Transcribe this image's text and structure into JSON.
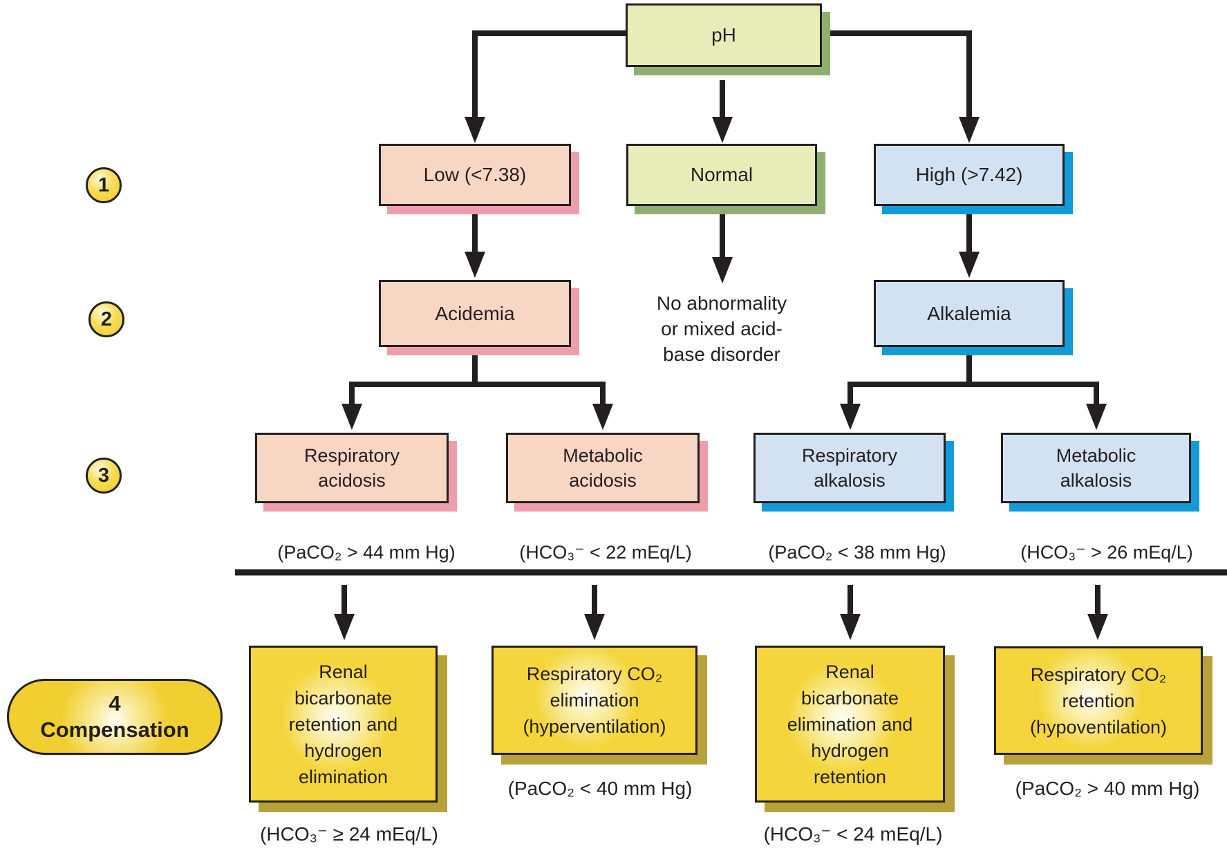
{
  "palette": {
    "ink": "#231f20",
    "green_fill": "#e7ecb8",
    "green_shadow": "#8eb06f",
    "pink_fill": "#f8d6c4",
    "pink_shadow": "#ee9eaa",
    "blue_fill": "#d2e2f2",
    "blue_shadow": "#129bd7",
    "yellow_fill": "#f4d63c",
    "yellow_shadow": "#b7a139",
    "step_circle_fill": "#eecd24"
  },
  "steps": {
    "one": "1",
    "two": "2",
    "three": "3"
  },
  "compensation_pill": {
    "number": "4",
    "label": "Compensation"
  },
  "ph": {
    "label": "pH"
  },
  "row1": {
    "low": "Low (<7.38)",
    "normal": "Normal",
    "high": "High (>7.42)"
  },
  "row2": {
    "acidemia": "Acidemia",
    "normal_outcome": "No abnormality\nor mixed acid-\nbase disorder",
    "alkalemia": "Alkalemia"
  },
  "row3": {
    "respiratory_acidosis": {
      "label": "Respiratory\nacidosis",
      "criterion": "(PaCO₂ > 44 mm Hg)"
    },
    "metabolic_acidosis": {
      "label": "Metabolic\nacidosis",
      "criterion": "(HCO₃⁻ < 22 mEq/L)"
    },
    "respiratory_alkalosis": {
      "label": "Respiratory\nalkalosis",
      "criterion": "(PaCO₂ < 38 mm Hg)"
    },
    "metabolic_alkalosis": {
      "label": "Metabolic\nalkalosis",
      "criterion": "(HCO₃⁻ > 26 mEq/L)"
    }
  },
  "row4": {
    "respiratory_acidosis_compensation": {
      "label": "Renal\nbicarbonate\nretention and\nhydrogen\nelimination",
      "criterion": "(HCO₃⁻ ≥ 24 mEq/L)"
    },
    "metabolic_acidosis_compensation": {
      "label": "Respiratory CO₂\nelimination\n(hyperventilation)",
      "criterion": "(PaCO₂ < 40 mm Hg)"
    },
    "respiratory_alkalosis_compensation": {
      "label": "Renal\nbicarbonate\nelimination and\nhydrogen\nretention",
      "criterion": "(HCO₃⁻ < 24 mEq/L)"
    },
    "metabolic_alkalosis_compensation": {
      "label": "Respiratory CO₂\nretention\n(hypoventilation)",
      "criterion": "(PaCO₂ > 40 mm Hg)"
    }
  }
}
